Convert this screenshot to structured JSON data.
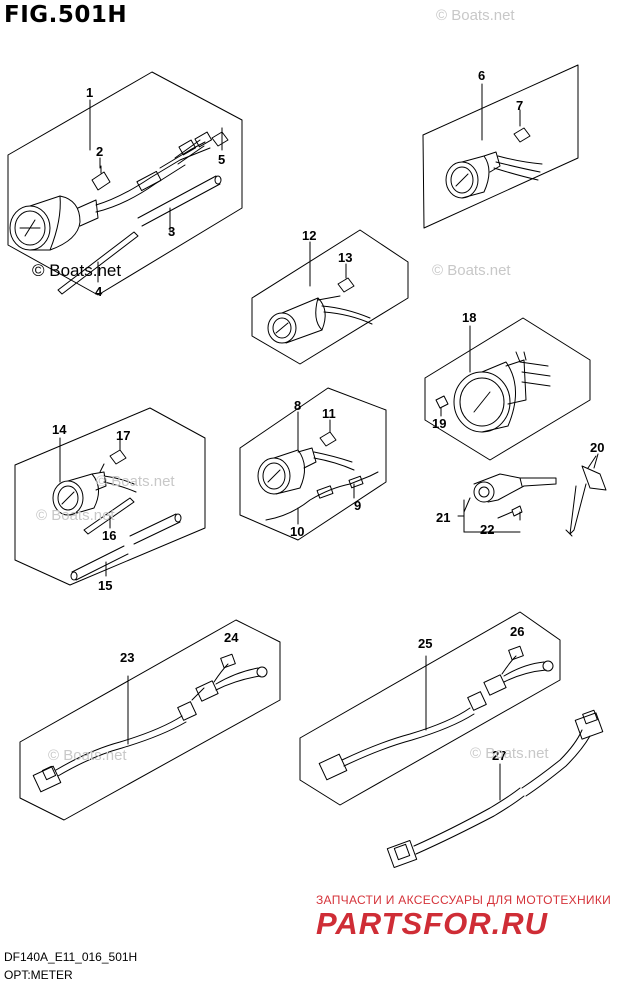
{
  "header": {
    "figure_id": "FIG.501H"
  },
  "footer": {
    "model_code": "DF140A_E11_016_501H",
    "caption": "OPT:METER"
  },
  "watermark": {
    "text": "© Boats.net",
    "text_dark": "© Boats.net"
  },
  "branding": {
    "shop_text": "ЗАПЧАСТИ И АКСЕССУАРЫ ДЛЯ МОТОТЕХНИКИ",
    "brand_text": "PARTSFOR.RU",
    "color": "#cf2d36"
  },
  "callouts": [
    "1",
    "2",
    "3",
    "4",
    "5",
    "6",
    "7",
    "8",
    "9",
    "10",
    "11",
    "12",
    "13",
    "14",
    "15",
    "16",
    "17",
    "18",
    "19",
    "20",
    "21",
    "22",
    "23",
    "24",
    "25",
    "26",
    "27"
  ]
}
